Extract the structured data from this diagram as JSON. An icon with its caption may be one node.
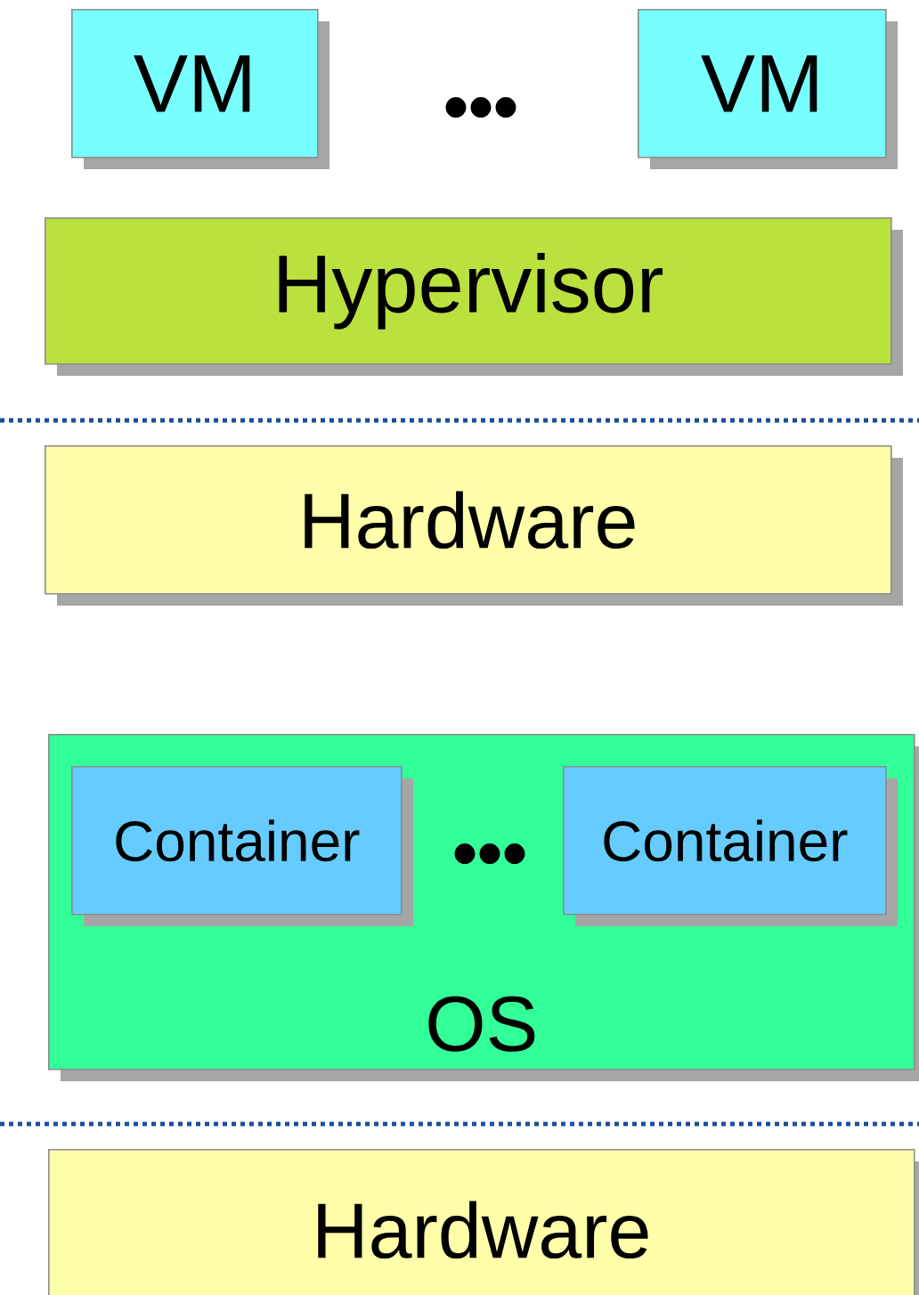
{
  "diagram": {
    "nodes": [
      {
        "text": [
          "VM"
        ]
      },
      {
        "text": [
          "VM"
        ]
      },
      {
        "text": [
          "Hypervisor"
        ]
      },
      {
        "text": [
          "Hardware"
        ]
      },
      {
        "text": [
          "OS"
        ]
      },
      {
        "text": [
          "Container"
        ],
        "in": 4
      },
      {
        "text": [
          "Container"
        ],
        "in": 4
      },
      {
        "text": [
          "Hardware"
        ]
      }
    ],
    "labels": [
      "•••",
      "•••"
    ]
  }
}
